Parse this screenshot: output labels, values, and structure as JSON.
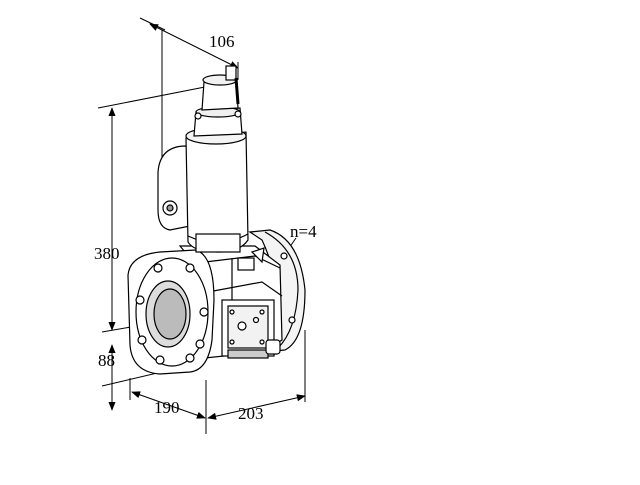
{
  "dimensions": {
    "top_width": "106",
    "height_total": "380",
    "height_lower": "88",
    "base_depth": "190",
    "base_width": "203",
    "bolt_count": "n=4"
  }
}
